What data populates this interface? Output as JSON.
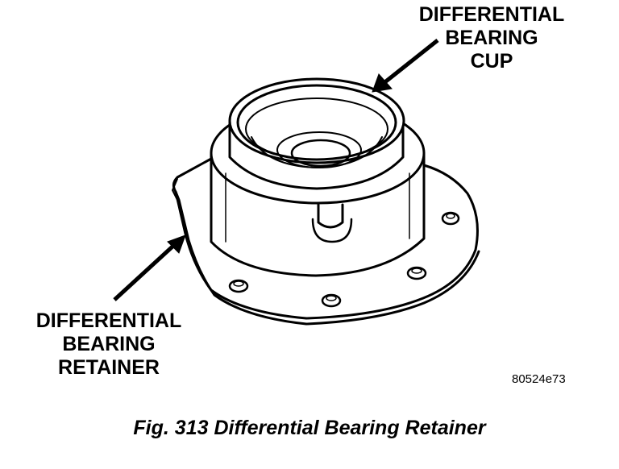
{
  "labels": {
    "cup": [
      "DIFFERENTIAL",
      "BEARING",
      "CUP"
    ],
    "retainer": [
      "DIFFERENTIAL",
      "BEARING",
      "RETAINER"
    ]
  },
  "figure_code": "80524e73",
  "caption": "Fig. 313 Differential Bearing Retainer",
  "colors": {
    "ink": "#000000",
    "paper": "#ffffff"
  }
}
